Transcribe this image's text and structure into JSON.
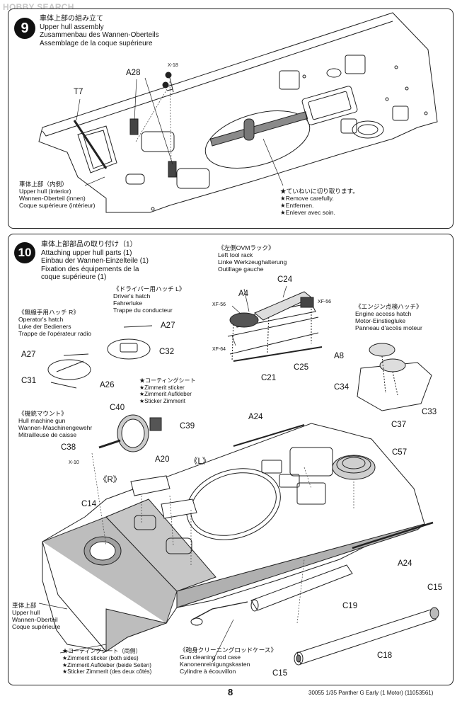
{
  "watermark": "HOBBY SEARCH",
  "step9": {
    "number": "9",
    "title_lines": [
      "車体上部の組み立て",
      "Upper hull assembly",
      "Zusammenbau des Wannen-Oberteils",
      "Assemblage de la coque supérieure"
    ],
    "parts": {
      "a28": "A28",
      "x18": "X-18",
      "t7": "T7"
    },
    "hull_interior": [
      "車体上部（内側）",
      "Upper hull (interior)",
      "Wannen-Oberteil (innen)",
      "Coque supérieure (intérieur)"
    ],
    "remove_note": [
      "★ていねいに切り取ります。",
      "★Remove carefully.",
      "★Entfernen.",
      "★Enlever avec soin."
    ]
  },
  "step10": {
    "number": "10",
    "title_lines": [
      "車体上部部品の取り付け（1）",
      "Attaching upper hull parts (1)",
      "Einbau der Wannen-Einzelteile (1)",
      "Fixation des équipements de la",
      "coque supérieure (1)"
    ],
    "ovm_rack": [
      "《左側OVMラック》",
      "Left tool rack",
      "Linke Werkzeughalterung",
      "Outillage gauche"
    ],
    "driver_hatch": [
      "《ドライバー用ハッチ L》",
      "Driver's hatch",
      "Fahrerluke",
      "Trappe du conducteur"
    ],
    "operator_hatch": [
      "《無線手用ハッチ R》",
      "Operator's hatch",
      "Luke der Bedieners",
      "Trappe de l'opérateur radio"
    ],
    "engine_hatch": [
      "《エンジン点検ハッチ》",
      "Engine access hatch",
      "Motor-Einstiegluke",
      "Panneau d'accès moteur"
    ],
    "coating_sticker": [
      "★コーティングシート",
      "★Zimmerit sticker",
      "★Zimmerit Aufkleber",
      "★Sticker Zimmerit"
    ],
    "hull_mg": [
      "《機銃マウント》",
      "Hull machine gun",
      "Wannen-Maschinengewehr",
      "Mitrailleuse de caisse"
    ],
    "upper_hull": [
      "車体上部",
      "Upper hull",
      "Wannen-Oberteil",
      "Coque supérieure"
    ],
    "coating_both": [
      "★コーティングシート（両側）",
      "★Zimmerit sticker (both sides)",
      "★Zimmerit Aufkleber (beide Seiten)",
      "★Sticker Zimmerit (des deux côtés)"
    ],
    "gun_cleaning": [
      "《砲身クリーニングロッドケース》",
      "Gun cleaning rod case",
      "Kanonenreinigungskasten",
      "Cylindre à écouvillon"
    ],
    "parts": {
      "c24": "C24",
      "a4": "A4",
      "xf56a": "XF-56",
      "xf56b": "XF-56",
      "xf64": "XF-64",
      "c25": "C25",
      "c21": "C21",
      "a27a": "A27",
      "a27b": "A27",
      "c32": "C32",
      "c31": "C31",
      "a26": "A26",
      "a8": "A8",
      "c34": "C34",
      "c37": "C37",
      "c33": "C33",
      "c40": "C40",
      "c39": "C39",
      "c38": "C38",
      "x10": "X-10",
      "a24a": "A24",
      "a24b": "A24",
      "c57": "C57",
      "a20": "A20",
      "r": "《R》",
      "l": "《L》",
      "c14": "C14",
      "c15a": "C15",
      "c15b": "C15",
      "c19": "C19",
      "c18": "C18"
    }
  },
  "footer": {
    "page": "8",
    "code": "30055  1/35 Panther G Early (1 Motor) (11053561)"
  }
}
